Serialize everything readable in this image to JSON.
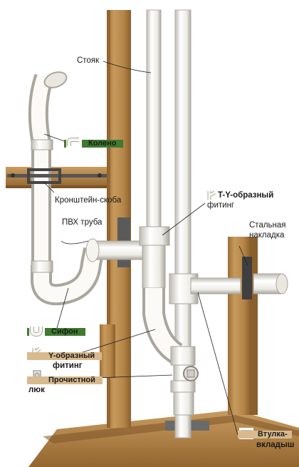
{
  "labels": {
    "stoyak": "Стояк",
    "koleno": "Колено",
    "kronshtein": "Кронштейн-скоба",
    "pvx": "ПВХ труба",
    "ty_line1": "T-Y-образный",
    "ty_line2": "фитинг",
    "stal_line1": "Стальная",
    "stal_line2": "накладка",
    "sifon": "Сифон",
    "y_line1": "Y-образный",
    "y_line2": "фитинг",
    "lyuk_line1": "Прочистной",
    "lyuk_line2": "люк",
    "vtulka_line1": "Втулка-",
    "vtulka_line2": "вкладыш"
  },
  "icons": [
    "elbow-fitting-icon",
    "ty-fitting-icon",
    "trap-icon",
    "y-fitting-icon",
    "cleanout-icon",
    "sleeve-icon"
  ],
  "colors": {
    "wood": "#b98a4e",
    "wood_dark": "#8a5f2c",
    "pipe": "#f2f0ea",
    "pipe_shade": "#c9c6bd",
    "tag_green": "#3f7a2f",
    "tag_tan": "#d8ba8e",
    "steel": "#5a5a5a"
  }
}
